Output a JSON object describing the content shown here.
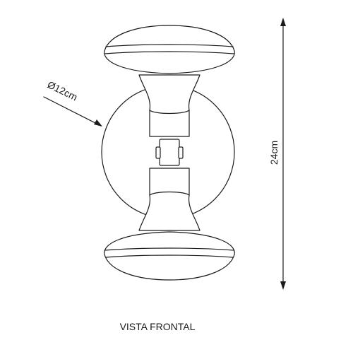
{
  "drawing": {
    "view_label": "VISTA FRONTAL",
    "diameter_label": "Ø12cm",
    "height_label": "24cm"
  },
  "colors": {
    "line": "#1a1a1a",
    "background": "#ffffff"
  }
}
